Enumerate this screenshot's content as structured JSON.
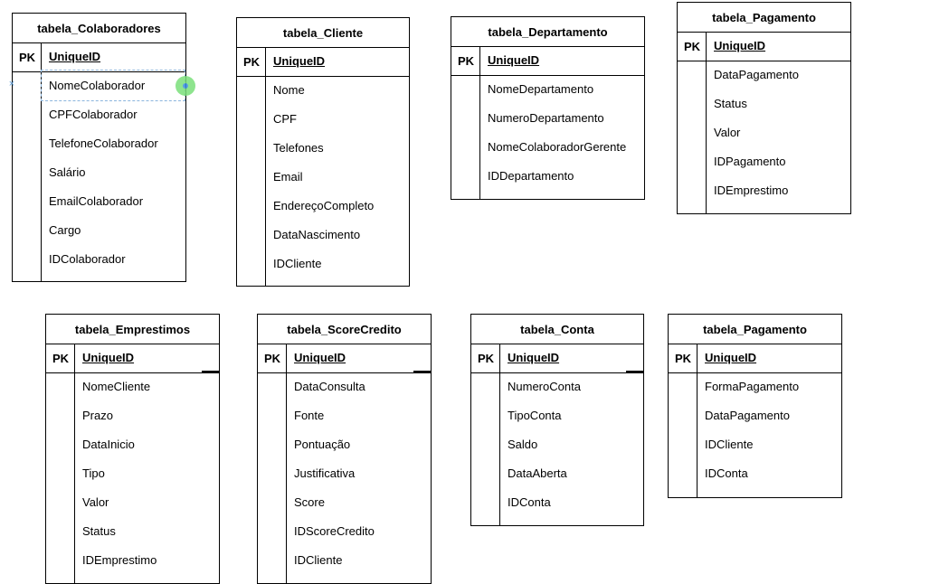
{
  "tables": [
    {
      "title": "tabela_Colaboradores",
      "pk_label": "PK",
      "pk_field": "UniqueID",
      "fields": [
        "NomeColaborador",
        "CPFColaborador",
        "TelefoneColaborador",
        "Salário",
        "EmailColaborador",
        "Cargo",
        "IDColaborador"
      ]
    },
    {
      "title": "tabela_Cliente",
      "pk_label": "PK",
      "pk_field": "UniqueID",
      "fields": [
        "Nome",
        "CPF",
        "Telefones",
        "Email",
        "EndereçoCompleto",
        "DataNascimento",
        "IDCliente"
      ]
    },
    {
      "title": "tabela_Departamento",
      "pk_label": "PK",
      "pk_field": "UniqueID",
      "fields": [
        "NomeDepartamento",
        "NumeroDepartamento",
        "NomeColaboradorGerente",
        "IDDepartamento"
      ]
    },
    {
      "title": "tabela_Pagamento",
      "pk_label": "PK",
      "pk_field": "UniqueID",
      "fields": [
        "DataPagamento",
        "Status",
        "Valor",
        "IDPagamento",
        "IDEmprestimo"
      ]
    },
    {
      "title": "tabela_Emprestimos",
      "pk_label": "PK",
      "pk_field": "UniqueID",
      "fields": [
        "NomeCliente",
        "Prazo",
        "DataInicio",
        "Tipo",
        "Valor",
        "Status",
        "IDEmprestimo"
      ]
    },
    {
      "title": "tabela_ScoreCredito",
      "pk_label": "PK",
      "pk_field": "UniqueID",
      "fields": [
        "DataConsulta",
        "Fonte",
        "Pontuação",
        "Justificativa",
        "Score",
        "IDScoreCredito",
        "IDCliente"
      ]
    },
    {
      "title": "tabela_Conta",
      "pk_label": "PK",
      "pk_field": "UniqueID",
      "fields": [
        "NumeroConta",
        "TipoConta",
        "Saldo",
        "DataAberta",
        "IDConta"
      ]
    },
    {
      "title": "tabela_Pagamento",
      "pk_label": "PK",
      "pk_field": "UniqueID",
      "fields": [
        "FormaPagamento",
        "DataPagamento",
        "IDCliente",
        "IDConta"
      ]
    }
  ]
}
